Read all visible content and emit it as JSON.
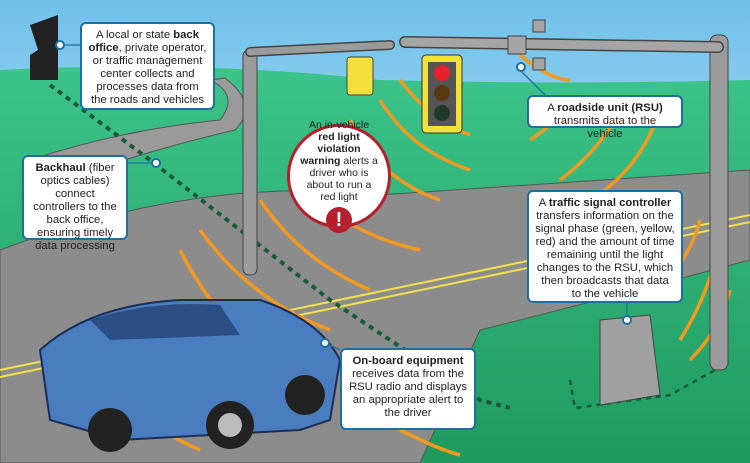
{
  "callouts": {
    "back_office": {
      "pre": "A local or state ",
      "bold": "back office",
      "post": ", private operator, or traffic management center collects and processes data from the roads and vehicles"
    },
    "backhaul": {
      "pre": "",
      "bold": "Backhaul",
      "post": " (fiber optics cables) connect controllers to the back office, ensuring timely data processing"
    },
    "red_light": {
      "pre": "An in-vehicle ",
      "bold": "red light violation warning",
      "post": " alerts a driver who is about to run a red light",
      "icon": "!"
    },
    "rsu": {
      "pre": "A ",
      "bold": "roadside unit (RSU)",
      "post": " transmits data to the vehicle"
    },
    "controller": {
      "pre": "A ",
      "bold": "traffic signal controller",
      "post": " transfers information on the signal phase (green, yellow, red) and the amount of time remaining until the light changes to the RSU, which then broadcasts that data to the vehicle"
    },
    "onboard": {
      "pre": "",
      "bold": "On-board equipment",
      "post": " receives data from the RSU radio and displays an appropriate alert to the driver"
    }
  },
  "colors": {
    "sky": "#bfe3f5",
    "grass": "#2fb57a",
    "road": "#8c8c8c",
    "signal_wave": "#f29a1f",
    "callout_border": "#1e6fa0",
    "alert_red": "#b51f2e"
  }
}
